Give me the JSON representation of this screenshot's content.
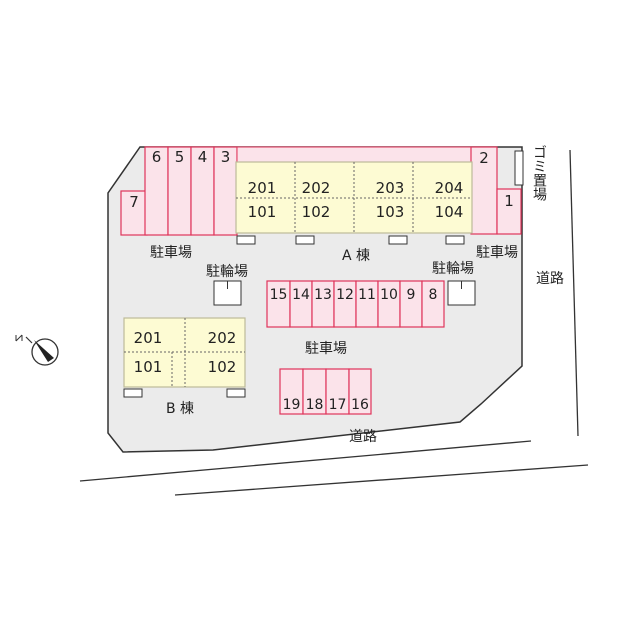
{
  "labels": {
    "building_a": "A 棟",
    "building_b": "B 棟",
    "parking_left": "駐車場",
    "parking_right": "駐車場",
    "parking_center": "駐車場",
    "bicycle_left": "駐輪場",
    "bicycle_right": "駐輪場",
    "road_right": "道路",
    "road_bottom": "道路",
    "garbage": "ゴミ置場"
  },
  "building_a": {
    "upper_rooms": [
      "201",
      "202",
      "203",
      "204"
    ],
    "lower_rooms": [
      "101",
      "102",
      "103",
      "104"
    ]
  },
  "building_b": {
    "upper_rooms": [
      "201",
      "202"
    ],
    "lower_rooms": [
      "101",
      "102"
    ]
  },
  "parking": {
    "top_row": [
      "6",
      "5",
      "4",
      "3"
    ],
    "left_single": "7",
    "right_top": "2",
    "right_bottom": "1",
    "middle_row": [
      "15",
      "14",
      "13",
      "12",
      "11",
      "10",
      "9",
      "8"
    ],
    "bottom_row": [
      "19",
      "18",
      "17",
      "16"
    ]
  },
  "colors": {
    "lot": "#ebebeb",
    "parking_fill": "#fbe3ea",
    "parking_stroke": "#e0345a",
    "building_fill": "#fdfbd3",
    "building_stroke": "#bdbb9a",
    "line": "#333333"
  }
}
